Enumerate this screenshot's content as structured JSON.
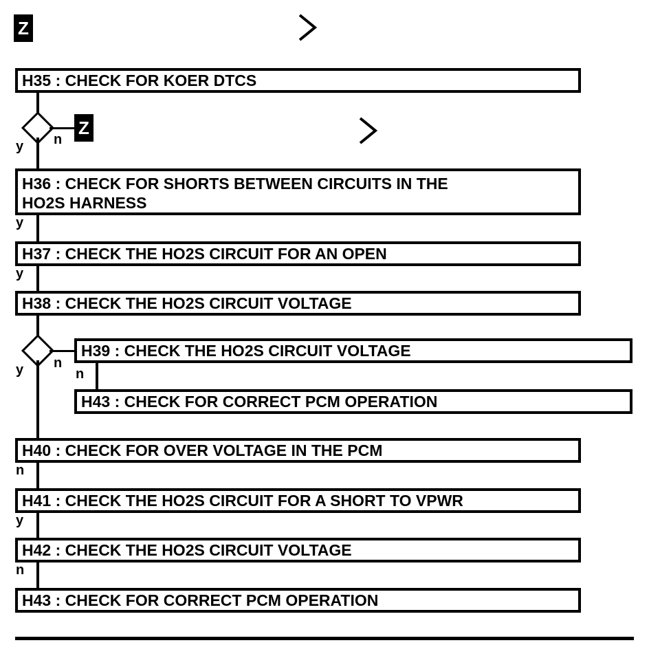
{
  "diagram": {
    "type": "flowchart",
    "title": "HO2S Diagnostic Pinpoint Test Flow (H35 - H43)",
    "ink_color": "#000000",
    "background_color": "#ffffff",
    "connector_tag_glyph": "Z",
    "chevron_glyph": ">"
  },
  "connectors": {
    "top_tag": {
      "label": "Z",
      "name": "off-page-connector-z-top"
    },
    "branch_tag": {
      "label": "Z",
      "name": "off-page-connector-z-branch"
    }
  },
  "chevrons": [
    {
      "label": ">",
      "name": "page-marker-top"
    },
    {
      "label": ">",
      "name": "page-marker-second"
    }
  ],
  "nodes": [
    {
      "id": "H35",
      "text": "H35 : CHECK FOR KOER DTCS"
    },
    {
      "id": "H36",
      "text": "H36 : CHECK FOR SHORTS BETWEEN CIRCUITS IN THE\nHO2S HARNESS"
    },
    {
      "id": "H37",
      "text": "H37 : CHECK THE HO2S CIRCUIT FOR AN OPEN"
    },
    {
      "id": "H38",
      "text": "H38 : CHECK THE HO2S CIRCUIT VOLTAGE"
    },
    {
      "id": "H39",
      "text": "H39 : CHECK THE HO2S CIRCUIT VOLTAGE"
    },
    {
      "id": "H43b",
      "text": "H43 : CHECK FOR CORRECT PCM OPERATION"
    },
    {
      "id": "H40",
      "text": "H40 : CHECK FOR OVER VOLTAGE IN THE PCM"
    },
    {
      "id": "H41",
      "text": "H41 : CHECK THE HO2S CIRCUIT FOR A SHORT TO VPWR"
    },
    {
      "id": "H42",
      "text": "H42 : CHECK THE HO2S CIRCUIT VOLTAGE"
    },
    {
      "id": "H43",
      "text": "H43 : CHECK FOR CORRECT PCM OPERATION"
    }
  ],
  "decisions": [
    {
      "id": "D1",
      "yes_label": "y",
      "no_label": "n"
    },
    {
      "id": "D2",
      "yes_label": "y",
      "no_label": "n"
    }
  ],
  "branch_labels": {
    "d1_yes": "y",
    "d1_no": "n",
    "h36_yes": "y",
    "h37_yes": "y",
    "d2_yes": "y",
    "d2_no": "n",
    "h39_no": "n",
    "h40_no": "n",
    "h41_yes": "y",
    "h42_no": "n"
  }
}
